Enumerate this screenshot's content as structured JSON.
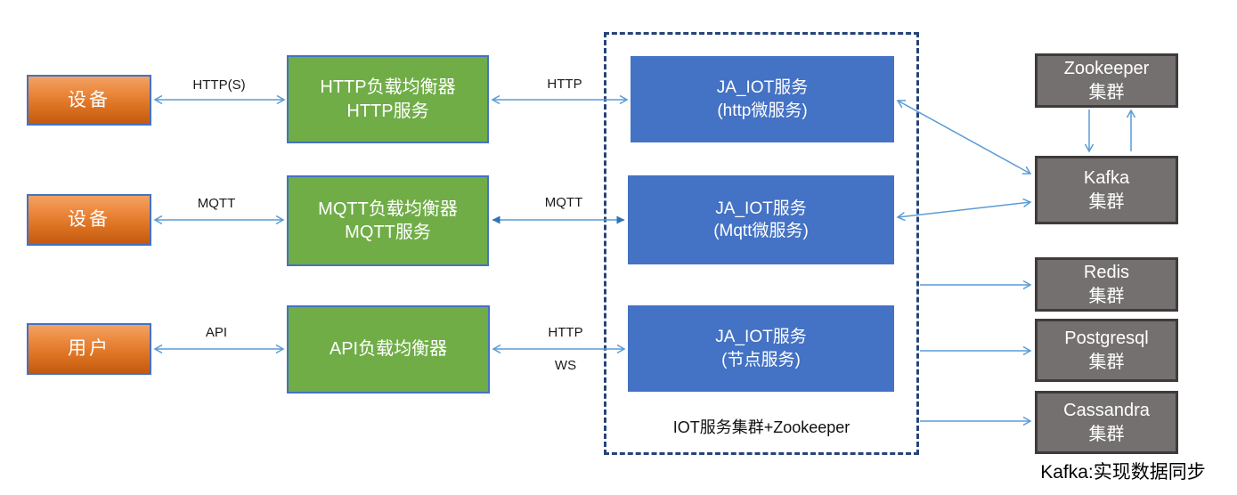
{
  "colors": {
    "orange_gradient_top": "#F2A263",
    "orange_gradient_bottom": "#C35A10",
    "green_fill": "#70AD47",
    "blue_fill": "#4472C4",
    "gray_fill": "#757070",
    "gray_border": "#3F3B3B",
    "box_border": "#4472C4",
    "arrow_line": "#5B9BD5",
    "arrow_filled_head": "#2E75B6",
    "cluster_dash_border": "#264478"
  },
  "left_nodes": [
    {
      "label": "设备"
    },
    {
      "label": "设备"
    },
    {
      "label": "用户"
    }
  ],
  "balancers": [
    {
      "line1": "HTTP负载均衡器",
      "line2": "HTTP服务"
    },
    {
      "line1": "MQTT负载均衡器",
      "line2": "MQTT服务"
    },
    {
      "line1": "API负载均衡器"
    }
  ],
  "services": [
    {
      "line1": "JA_IOT服务",
      "line2": "(http微服务)"
    },
    {
      "line1": "JA_IOT服务",
      "line2": "(Mqtt微服务)"
    },
    {
      "line1": "JA_IOT服务",
      "line2": "(节点服务)"
    }
  ],
  "cluster_label": "IOT服务集群+Zookeeper",
  "right_nodes": [
    {
      "name": "Zookeeper",
      "sub": "集群"
    },
    {
      "name": "Kafka",
      "sub": "集群"
    },
    {
      "name": "Redis",
      "sub": "集群"
    },
    {
      "name": "Postgresql",
      "sub": "集群"
    },
    {
      "name": "Cassandra",
      "sub": "集群"
    }
  ],
  "edge_labels": {
    "https": "HTTP(S)",
    "http1": "HTTP",
    "mqtt_left": "MQTT",
    "mqtt_right": "MQTT",
    "api": "API",
    "http2": "HTTP",
    "ws": "WS"
  },
  "footnote": "Kafka:实现数据同步"
}
